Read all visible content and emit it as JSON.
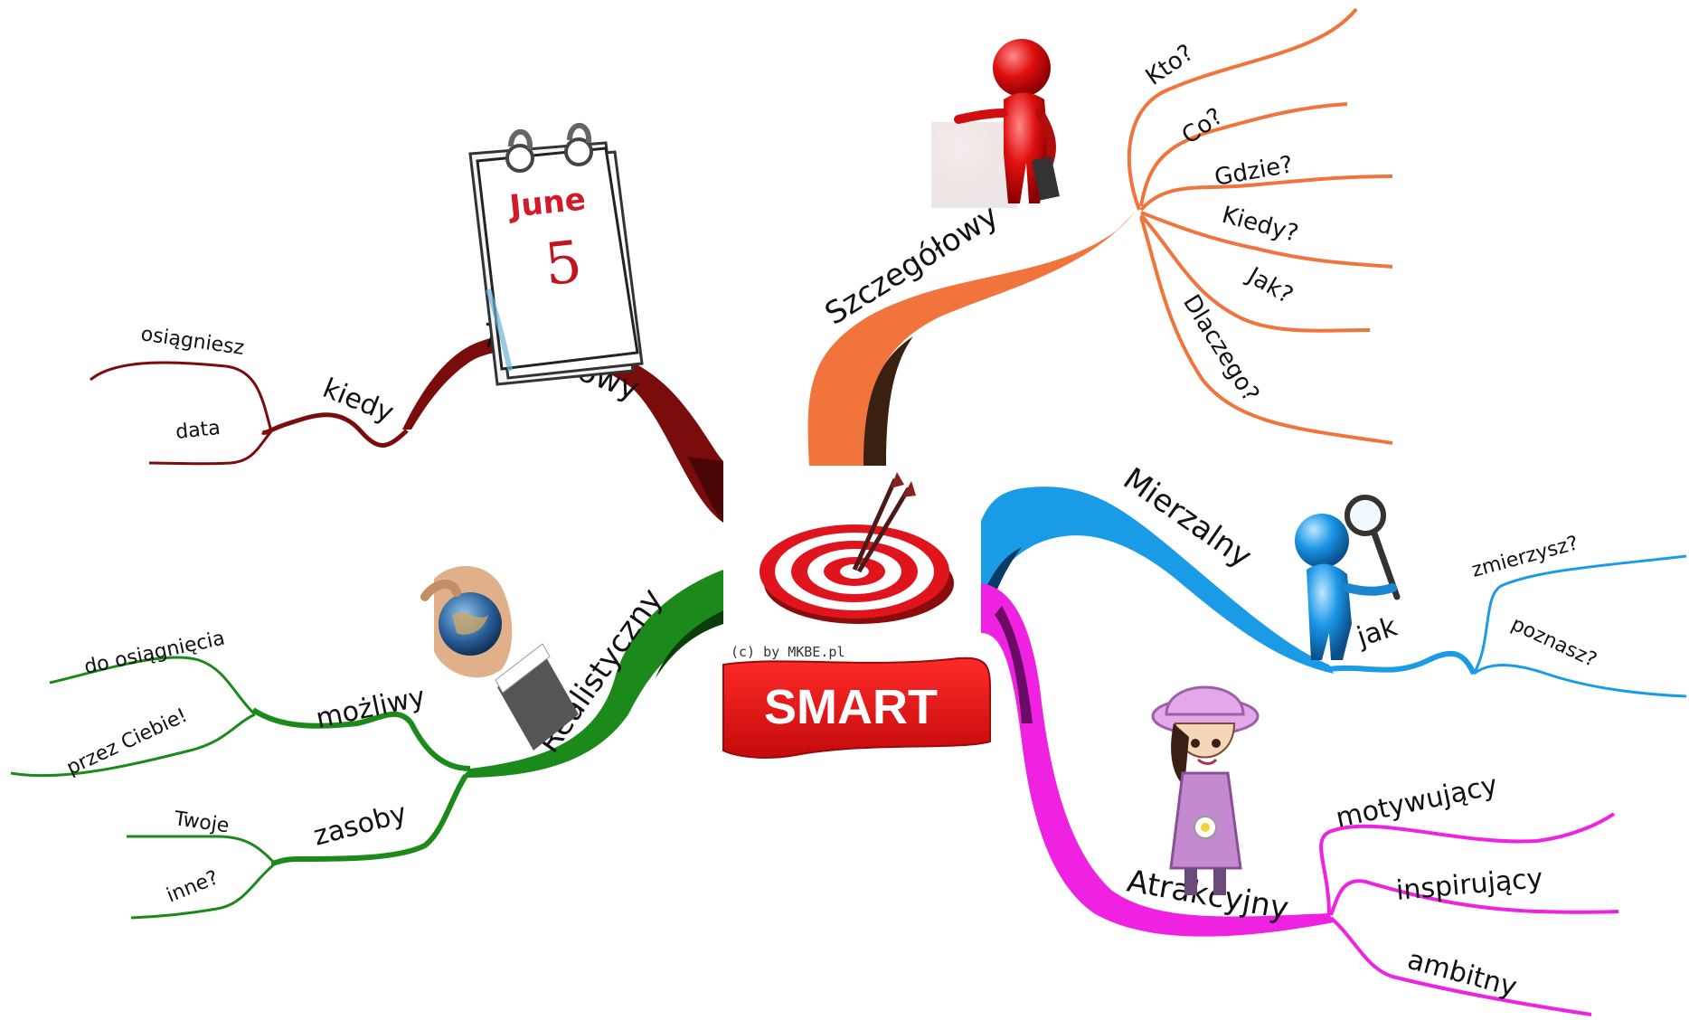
{
  "center": {
    "title": "SMART",
    "credit": "(c) by MKBE.pl",
    "icon": "target-with-arrows-icon",
    "banner_color": "#e8141c"
  },
  "branches": {
    "terminowy": {
      "label": "Terminowy",
      "color": "#7a0c0c",
      "sub": "kiedy",
      "leaves": [
        "osiągniesz",
        "data"
      ],
      "icon": "calendar-icon",
      "calendar_month": "June",
      "calendar_day": "5"
    },
    "szczegolowy": {
      "label": "Szczegółowy",
      "color": "#f0743c",
      "leaves": [
        "Kto?",
        "Co?",
        "Gdzie?",
        "Kiedy?",
        "Jak?",
        "Dlaczego?"
      ],
      "icon": "red-figure-presenter-icon"
    },
    "mierzalny": {
      "label": "Mierzalny",
      "color": "#1a9be6",
      "sub": "jak",
      "leaves": [
        "zmierzysz?",
        "poznasz?"
      ],
      "icon": "blue-figure-magnifier-icon"
    },
    "atrakcyjny": {
      "label": "Atrakcyjny",
      "color": "#ee22e0",
      "leaves": [
        "motywujący",
        "inspirujący",
        "ambitny"
      ],
      "icon": "girl-in-hat-icon"
    },
    "realistyczny": {
      "label": "Realistyczny",
      "color": "#1c8a1a",
      "sub1": "możliwy",
      "sub1_leaves": [
        "do osiągnięcia",
        "przez Ciebie!"
      ],
      "sub2": "zasoby",
      "sub2_leaves": [
        "Twoje",
        "inne?"
      ],
      "icon": "hand-holding-globe-icon"
    }
  }
}
